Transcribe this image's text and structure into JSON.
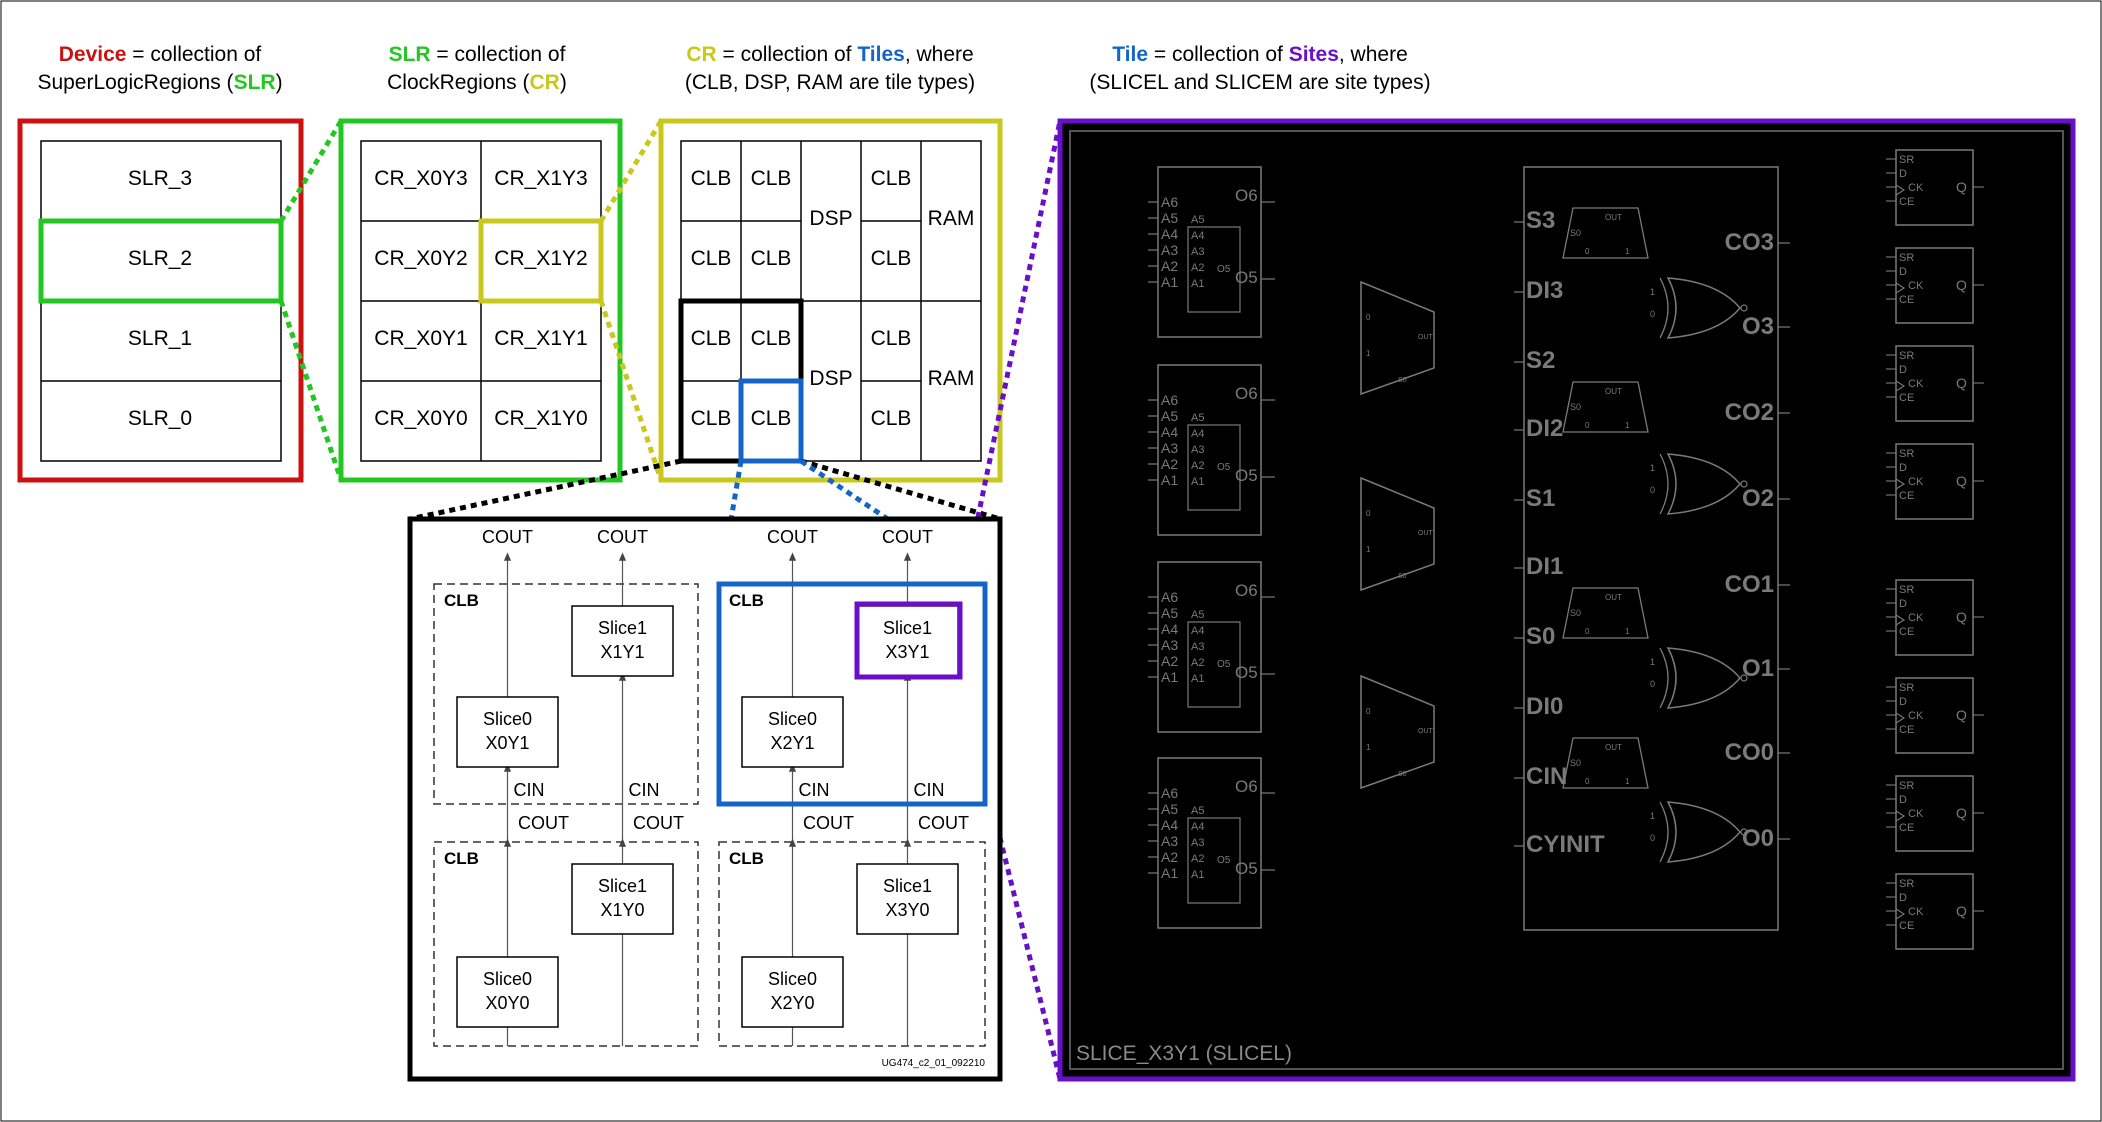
{
  "colors": {
    "red": "#cc1111",
    "green": "#22c722",
    "yellow": "#c8c81e",
    "blue": "#1565c8",
    "purple": "#6a0fc8",
    "black": "#000000",
    "dark_bg": "#000000",
    "dark_line": "#7a7a7a"
  },
  "headers": {
    "device": {
      "key": "Device",
      "rest": " = collection of",
      "line2_pre": "SuperLogicRegions (",
      "line2_key": "SLR",
      "line2_post": ")"
    },
    "slr": {
      "key": "SLR",
      "rest": " = collection of",
      "line2_pre": "ClockRegions (",
      "line2_key": "CR",
      "line2_post": ")"
    },
    "cr": {
      "key": "CR",
      "rest1": " = collection of ",
      "key2": "Tiles",
      "rest2": ", where",
      "line2": "(CLB, DSP, RAM are tile types)"
    },
    "tile": {
      "key": "Tile",
      "rest1": " = collection of ",
      "key2": "Sites",
      "rest2": ", where",
      "line2": "(SLICEL and SLICEM are site types)"
    }
  },
  "device": {
    "slrs": [
      "SLR_3",
      "SLR_2",
      "SLR_1",
      "SLR_0"
    ]
  },
  "slr": {
    "rows": [
      [
        "CR_X0Y3",
        "CR_X1Y3"
      ],
      [
        "CR_X0Y2",
        "CR_X1Y2"
      ],
      [
        "CR_X0Y1",
        "CR_X1Y1"
      ],
      [
        "CR_X0Y0",
        "CR_X1Y0"
      ]
    ]
  },
  "cr": {
    "clb": "CLB",
    "dsp": "DSP",
    "ram": "RAM"
  },
  "clb_detail": {
    "cout": "COUT",
    "cin": "CIN",
    "clb_label": "CLB",
    "slices": {
      "tl0": [
        "Slice0",
        "X0Y1"
      ],
      "tl1": [
        "Slice1",
        "X1Y1"
      ],
      "tr0": [
        "Slice0",
        "X2Y1"
      ],
      "tr1": [
        "Slice1",
        "X3Y1"
      ],
      "bl0": [
        "Slice0",
        "X0Y0"
      ],
      "bl1": [
        "Slice1",
        "X1Y0"
      ],
      "br0": [
        "Slice0",
        "X2Y0"
      ],
      "br1": [
        "Slice1",
        "X3Y0"
      ]
    },
    "code": "UG474_c2_01_092210"
  },
  "site": {
    "caption": "SLICE_X3Y1 (SLICEL)",
    "lut_inputs": [
      "A6",
      "A5",
      "A4",
      "A3",
      "A2",
      "A1"
    ],
    "lut_inner": [
      "A5",
      "A4",
      "A3",
      "A2",
      "A1"
    ],
    "lut_outputs": [
      "O6",
      "O5"
    ],
    "carry_left": [
      "S3",
      "DI3",
      "S2",
      "DI2",
      "S1",
      "DI1",
      "S0",
      "DI0",
      "CIN",
      "CYINIT"
    ],
    "carry_right": [
      "CO3",
      "O3",
      "CO2",
      "O2",
      "CO1",
      "O1",
      "CO0",
      "O0"
    ],
    "mux_labels": {
      "s0": "S0",
      "out": "OUT",
      "zero": "0",
      "one": "1"
    },
    "ff_pins": [
      "SR",
      "D",
      "CK",
      "CE"
    ],
    "ff_out": "Q"
  }
}
